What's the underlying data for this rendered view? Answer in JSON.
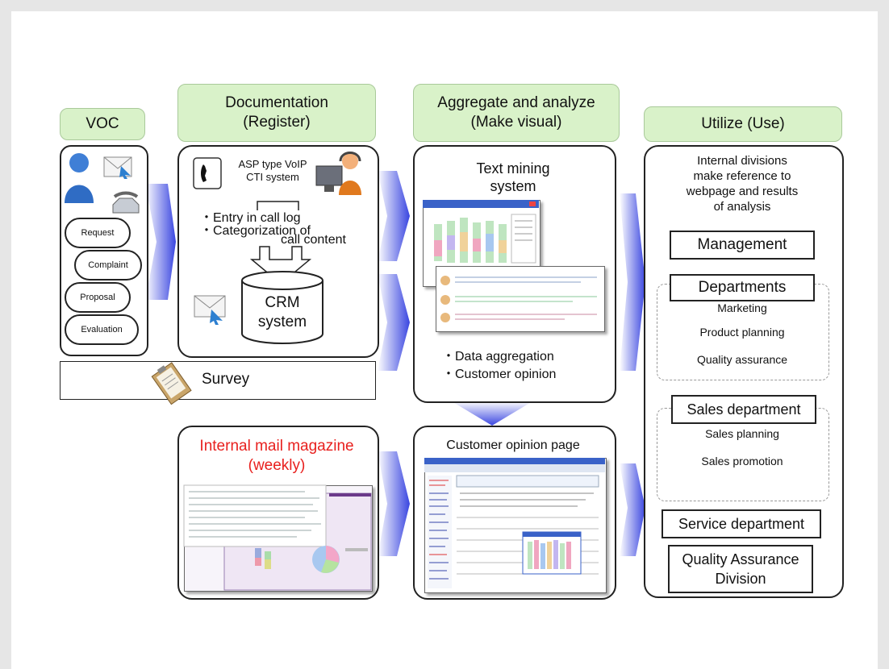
{
  "headers": {
    "voc": "VOC",
    "documentation": "Documentation\n(Register)",
    "aggregate": "Aggregate and analyze\n(Make visual)",
    "utilize": "Utilize (Use)"
  },
  "voc": {
    "clouds": [
      "Request",
      "Complaint",
      "Proposal",
      "Evaluation"
    ]
  },
  "documentation": {
    "asp_label": "ASP type VoIP\nCTI system",
    "entry": "・Entry in call log",
    "categorization_line1": "・Categorization of",
    "categorization_line2": "call content",
    "crm": "CRM\nsystem"
  },
  "survey": {
    "label": "Survey"
  },
  "mail_magazine": {
    "title": "Internal mail magazine\n(weekly)",
    "title_color": "#e8201e"
  },
  "aggregate": {
    "text_mining": "Text mining\nsystem",
    "bullets": [
      "・Data aggregation",
      "・Customer opinion"
    ],
    "opinion_page": "Customer opinion page"
  },
  "utilize": {
    "intro": "Internal divisions\nmake reference to\nwebpage and results\nof analysis",
    "management": "Management",
    "departments": "Departments",
    "dept_items": [
      "Marketing",
      "Product planning",
      "Quality assurance"
    ],
    "sales": "Sales department",
    "sales_items": [
      "Sales planning",
      "Sales promotion"
    ],
    "service": "Service department",
    "qa_division": "Quality Assurance\nDivision"
  },
  "colors": {
    "header_fill": "#d9f2c9",
    "arrow": "#3a46e0"
  }
}
